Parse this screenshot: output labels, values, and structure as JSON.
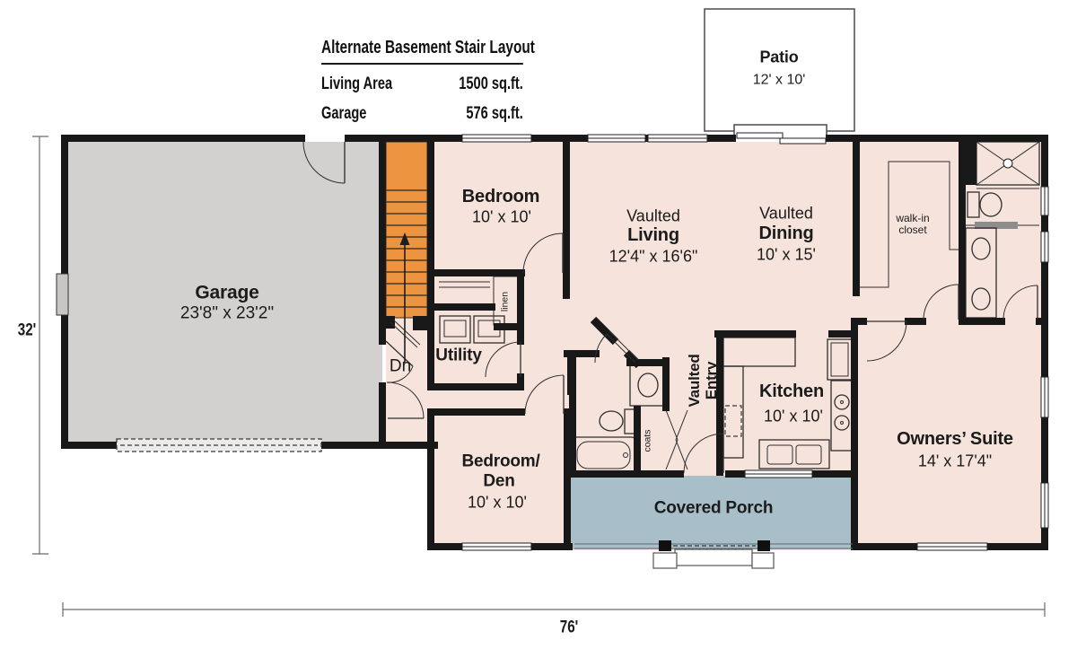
{
  "title_block": {
    "title": "Alternate Basement Stair Layout",
    "rows": [
      {
        "label": "Living Area",
        "value": "1500 sq.ft."
      },
      {
        "label": "Garage",
        "value": "576 sq.ft."
      }
    ]
  },
  "rooms": {
    "garage": {
      "name": "Garage",
      "dims": "23'8\" x 23'2\""
    },
    "bedroom": {
      "name": "Bedroom",
      "dims": "10' x 10'"
    },
    "living": {
      "prefix": "Vaulted",
      "name": "Living",
      "dims": "12'4\" x 16'6\""
    },
    "dining": {
      "prefix": "Vaulted",
      "name": "Dining",
      "dims": "10' x 15'"
    },
    "patio": {
      "name": "Patio",
      "dims": "12' x 10'"
    },
    "walk_in_closet": {
      "line1": "walk-in",
      "line2": "closet"
    },
    "utility": {
      "name": "Utility"
    },
    "linen_closet": {
      "name": "linen"
    },
    "coats_closet": {
      "name": "coats"
    },
    "entry": {
      "prefix": "Vaulted",
      "name": "Entry"
    },
    "kitchen": {
      "name": "Kitchen",
      "dims": "10' x 10'"
    },
    "owners_suite": {
      "name": "Owners’ Suite",
      "dims": "14' x 17'4\""
    },
    "bedroom_den": {
      "line1": "Bedroom/",
      "line2": "Den",
      "dims": "10' x 10'"
    },
    "covered_porch": {
      "name": "Covered Porch"
    }
  },
  "stairs": {
    "direction_label": "Dn"
  },
  "dimensions": {
    "overall_depth": "32'",
    "overall_width": "76'"
  },
  "colors": {
    "wall": "#181818",
    "line": "#2e2e2e",
    "room": "#f5e3dc",
    "garage": "#d2d1cf",
    "porch": "#a8bec9",
    "stairs": "#ec9440",
    "patio": "#ffffff"
  }
}
